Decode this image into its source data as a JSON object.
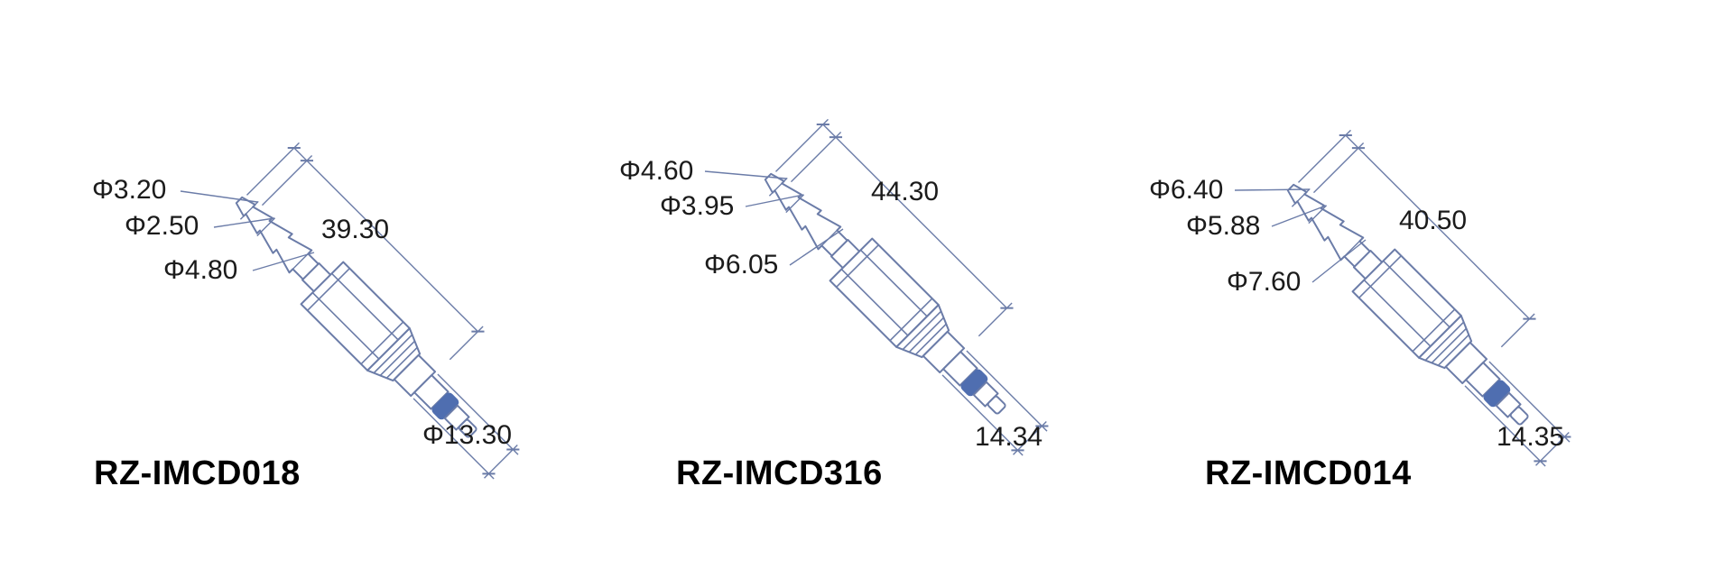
{
  "drawing_title": "barbed quick-disconnect coupling dimension drawings",
  "colors": {
    "line": "#6b7ca8",
    "oring": "#4f6eb0",
    "text": "#1b1b1b"
  },
  "figures": [
    {
      "part_number": "RZ-IMCD018",
      "dims": {
        "d1": "Φ3.20",
        "d2": "Φ2.50",
        "d3": "Φ4.80",
        "length": "39.30",
        "end_diameter": "Φ13.30"
      }
    },
    {
      "part_number": "RZ-IMCD316",
      "dims": {
        "d1": "Φ4.60",
        "d2": "Φ3.95",
        "d3": "Φ6.05",
        "length": "44.30",
        "end_diameter": "14.34"
      }
    },
    {
      "part_number": "RZ-IMCD014",
      "dims": {
        "d1": "Φ6.40",
        "d2": "Φ5.88",
        "d3": "Φ7.60",
        "length": "40.50",
        "end_diameter": "14.35"
      }
    }
  ]
}
